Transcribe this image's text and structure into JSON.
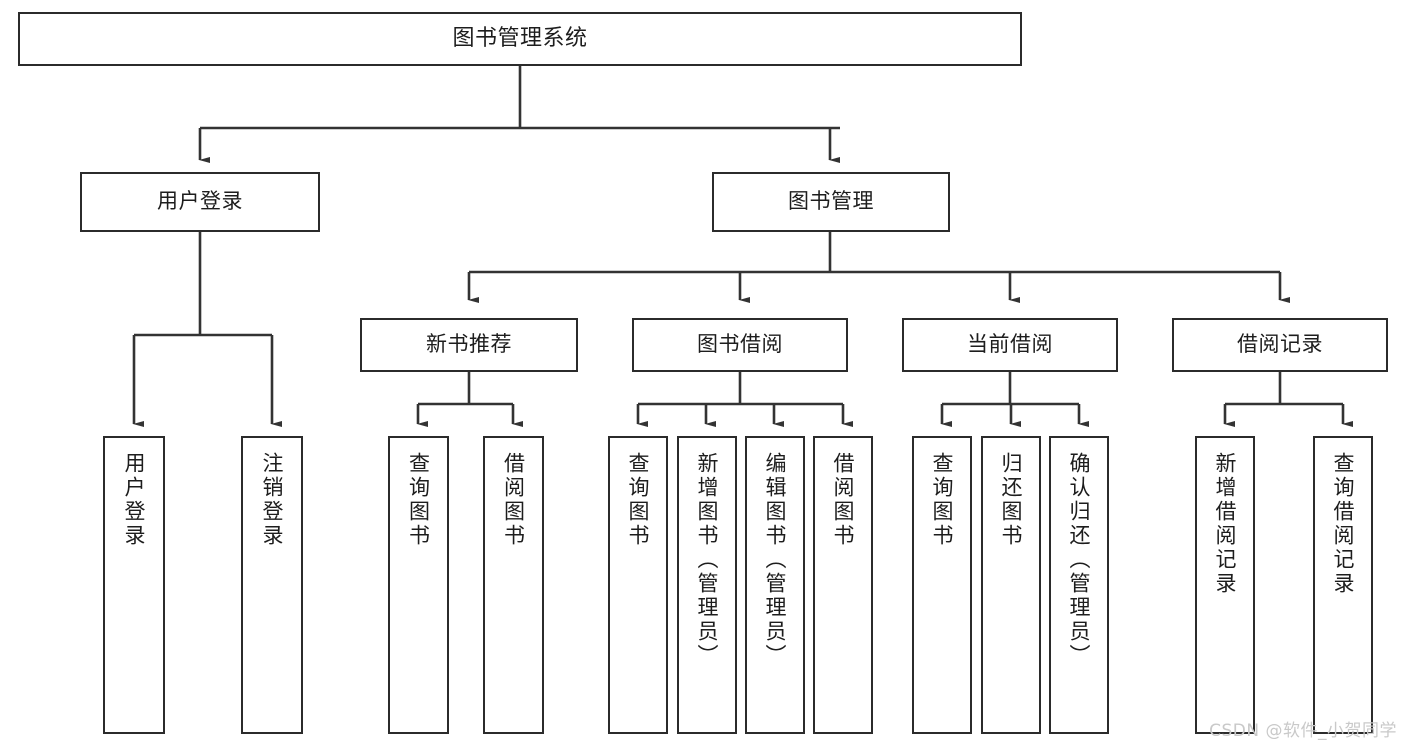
{
  "diagram": {
    "title": "图书管理系统",
    "type": "tree",
    "colors": {
      "border": "#2b2b2b",
      "fill": "#ffffff",
      "text": "#1d1d1d",
      "edge": "#333333",
      "watermark": "#c9c9c9"
    },
    "levels": {
      "root": "图书管理系统",
      "level2": [
        "用户登录",
        "图书管理"
      ],
      "level3": [
        "新书推荐",
        "图书借阅",
        "当前借阅",
        "借阅记录"
      ]
    },
    "nodes": {
      "root": {
        "label": "图书管理系统"
      },
      "user_login": {
        "label": "用户登录"
      },
      "book_manage": {
        "label": "图书管理"
      },
      "new_book_rec": {
        "label": "新书推荐"
      },
      "book_borrow": {
        "label": "图书借阅"
      },
      "current_borrow": {
        "label": "当前借阅"
      },
      "borrow_record": {
        "label": "借阅记录"
      },
      "leaf_user_login": {
        "label": "用户登录"
      },
      "leaf_logout": {
        "label": "注销登录"
      },
      "leaf_query_book_1": {
        "label": "查询图书"
      },
      "leaf_borrow_book_1": {
        "label": "借阅图书"
      },
      "leaf_query_book_2": {
        "label": "查询图书"
      },
      "leaf_add_book": {
        "label": "新增图书（管理员）"
      },
      "leaf_edit_book": {
        "label": "编辑图书（管理员）"
      },
      "leaf_borrow_book_2": {
        "label": "借阅图书"
      },
      "leaf_query_book_3": {
        "label": "查询图书"
      },
      "leaf_return_book": {
        "label": "归还图书"
      },
      "leaf_confirm_return": {
        "label": "确认归还（管理员）"
      },
      "leaf_add_record": {
        "label": "新增借阅记录"
      },
      "leaf_query_record": {
        "label": "查询借阅记录"
      }
    }
  },
  "watermark": {
    "text": "CSDN @软件_小贺同学"
  }
}
